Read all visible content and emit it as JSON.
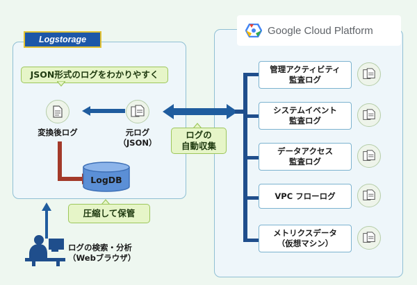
{
  "logstorage_logo": "Logstorage",
  "gcp_logo": "Google Cloud Platform",
  "callouts": {
    "json_readable": "JSON形式のログをわかりやすく",
    "auto_collect": "ログの\n自動収集",
    "compress_store": "圧縮して保管"
  },
  "labels": {
    "converted_log": "変換後ログ",
    "original_log": "元ログ\n（JSON）",
    "logdb": "LogDB",
    "search_analyze": "ログの検索・分析\n（Webブラウザ）"
  },
  "gcp_logs": [
    "管理アクティビティ\n監査ログ",
    "システムイベント\n監査ログ",
    "データアクセス\n監査ログ",
    "VPC フローログ",
    "メトリクスデータ\n（仮想マシン）"
  ],
  "colors": {
    "panel_border": "#8fbfd3",
    "arrow_blue": "#1f5c9e",
    "arrow_red": "#a33a2a",
    "callout_green": "#e6f5c8",
    "db_blue": "#5b8fd6"
  },
  "icons": [
    "document-icon",
    "documents-icon",
    "database-icon",
    "user-at-pc-icon",
    "gcp-hexagon-icon"
  ]
}
